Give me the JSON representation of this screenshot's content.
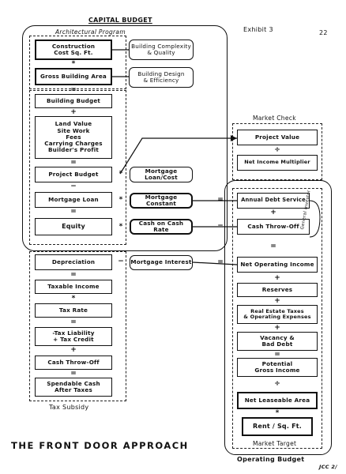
{
  "header": {
    "exhibit": "Exhibit 3",
    "page_number": "22",
    "capital_budget_title": "CAPITAL BUDGET",
    "architectural_program": "Architectural Program"
  },
  "left_column": {
    "construction_cost": "Construction\nCost    Sq. Ft.",
    "building_complexity": "Building Complexity\n& Quality",
    "gross_building_area": "Gross Building Area",
    "building_design": "Building Design\n& Efficiency",
    "building_budget": "Building Budget",
    "land_value_block": "Land Value\nSite Work\nFees\nCarrying Charges\nBuilder's Profit",
    "project_budget": "Project Budget",
    "mortgage_loan_cost": "Mortgage Loan/Cost",
    "mortgage_loan": "Mortgage Loan",
    "mortgage_constant": "Mortgage Constant",
    "equity": "Equity",
    "cash_on_cash_rate": "Cash on Cash Rate",
    "depreciation": "Depreciation",
    "mortgage_interest": "Mortgage Interest",
    "taxable_income": "Taxable Income",
    "tax_rate": "Tax Rate",
    "tax_liability": "-Tax Liability\n+ Tax Credit",
    "cash_throw_off_left": "Cash Throw-Off",
    "spendable_cash": "Spendable Cash\nAfter Taxes",
    "tax_subsidy": "Tax Subsidy"
  },
  "right_column": {
    "market_check": "Market Check",
    "project_value": "Project Value",
    "net_income_multiplier": "Net Income Multiplier",
    "annual_debt_service": "Annual Debt Service",
    "cash_throw_off_right": "Cash Throw-Off",
    "general_investor_note": "General Investor",
    "net_operating_income": "Net Operating Income",
    "reserves": "Reserves",
    "real_estate_taxes": "Real Estate Taxes\n& Operating Expenses",
    "vacancy_bad_debt": "Vacancy &\nBad Debt",
    "potential_gross_income": "Potential\nGross Income",
    "net_leaseable_area": "Net Leaseable Area",
    "rent_sqft": "Rent / Sq. Ft.",
    "market_target": "Market Target",
    "operating_budget": "Operating Budget"
  },
  "footer": {
    "title": "THE FRONT DOOR APPROACH",
    "initials": "JCC 2/"
  },
  "operators": {
    "times": "*",
    "plus": "+",
    "minus": "−",
    "equals": "=",
    "divide": "÷"
  }
}
